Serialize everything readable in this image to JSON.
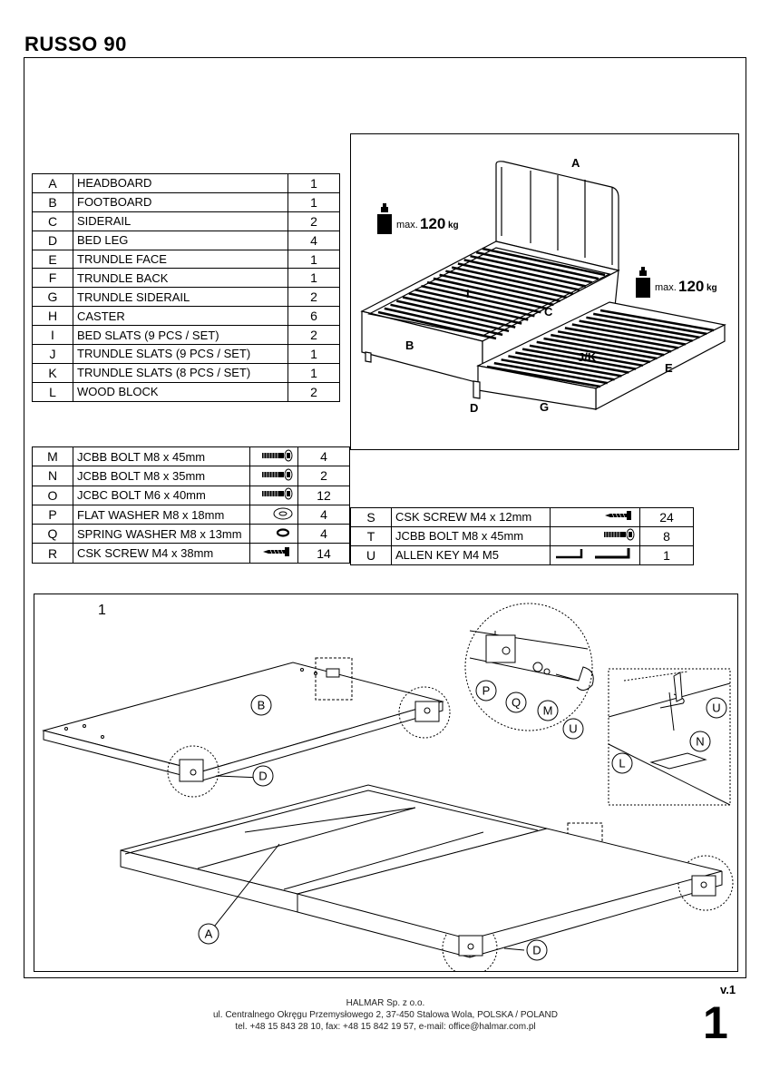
{
  "title": "RUSSO 90",
  "parts": [
    {
      "code": "A",
      "name": "HEADBOARD",
      "qty": "1"
    },
    {
      "code": "B",
      "name": "FOOTBOARD",
      "qty": "1"
    },
    {
      "code": "C",
      "name": "SIDERAIL",
      "qty": "2"
    },
    {
      "code": "D",
      "name": "BED LEG",
      "qty": "4"
    },
    {
      "code": "E",
      "name": "TRUNDLE FACE",
      "qty": "1"
    },
    {
      "code": "F",
      "name": "TRUNDLE BACK",
      "qty": "1"
    },
    {
      "code": "G",
      "name": "TRUNDLE SIDERAIL",
      "qty": "2"
    },
    {
      "code": "H",
      "name": "CASTER",
      "qty": "6"
    },
    {
      "code": "I",
      "name": "BED SLATS (9 PCS / SET)",
      "qty": "2"
    },
    {
      "code": "J",
      "name": "TRUNDLE SLATS (9 PCS / SET)",
      "qty": "1"
    },
    {
      "code": "K",
      "name": "TRUNDLE SLATS (8 PCS / SET)",
      "qty": "1"
    },
    {
      "code": "L",
      "name": "WOOD BLOCK",
      "qty": "2"
    }
  ],
  "hardware_left": [
    {
      "code": "M",
      "name": "JCBB BOLT M8 x 45mm",
      "qty": "4",
      "icon": "bolt-icon"
    },
    {
      "code": "N",
      "name": "JCBB BOLT M8 x 35mm",
      "qty": "2",
      "icon": "bolt-icon"
    },
    {
      "code": "O",
      "name": "JCBC BOLT M6 x 40mm",
      "qty": "12",
      "icon": "bolt-icon"
    },
    {
      "code": "P",
      "name": "FLAT WASHER M8 x 18mm",
      "qty": "4",
      "icon": "washer-icon"
    },
    {
      "code": "Q",
      "name": "SPRING WASHER M8 x 13mm",
      "qty": "4",
      "icon": "spring-washer-icon"
    },
    {
      "code": "R",
      "name": "CSK SCREW M4 x 38mm",
      "qty": "14",
      "icon": "screw-icon"
    }
  ],
  "hardware_right": [
    {
      "code": "S",
      "name": "CSK SCREW M4 x 12mm",
      "qty": "24",
      "icon": "screw-icon"
    },
    {
      "code": "T",
      "name": "JCBB BOLT M8 x 45mm",
      "qty": "8",
      "icon": "bolt-icon"
    },
    {
      "code": "U",
      "name": "ALLEN KEY M4   M5",
      "qty": "1",
      "icon": "allen-key-icon"
    }
  ],
  "overview": {
    "max_label": "max.",
    "max_value": "120",
    "max_unit": "kg",
    "labels": {
      "a": "A",
      "b": "B",
      "c": "C",
      "d": "D",
      "e": "E",
      "g": "G",
      "i": "I",
      "jk": "J/K"
    }
  },
  "step": {
    "number": "1",
    "callouts": {
      "b": "B",
      "d1": "D",
      "d2": "D",
      "a": "A",
      "p": "P",
      "q": "Q",
      "m": "M",
      "u1": "U",
      "u2": "U",
      "n": "N",
      "l": "L"
    }
  },
  "footer": {
    "company": "HALMAR Sp. z o.o.",
    "address": "ul. Centralnego Okręgu Przemysłowego 2, 37-450 Stalowa Wola, POLSKA / POLAND",
    "contact": "tel. +48 15 843 28 10, fax: +48 15 842 19 57, e-mail: office@halmar.com.pl"
  },
  "version": "v.1",
  "page_number": "1"
}
